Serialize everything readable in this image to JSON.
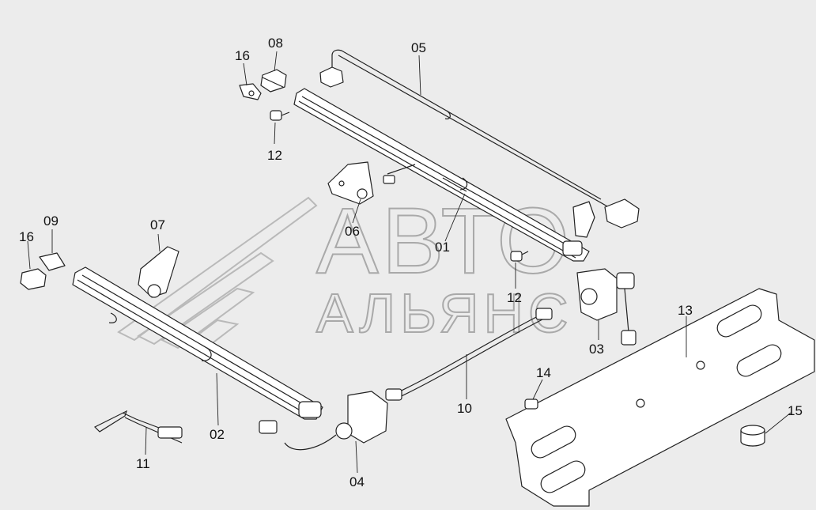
{
  "labels": {
    "p01": "01",
    "p02": "02",
    "p03": "03",
    "p04": "04",
    "p05": "05",
    "p06": "06",
    "p07": "07",
    "p08": "08",
    "p09": "09",
    "p10": "10",
    "p11": "11",
    "p12a": "12",
    "p12b": "12",
    "p13": "13",
    "p14": "14",
    "p15": "15",
    "p16a": "16",
    "p16b": "16"
  },
  "watermark": {
    "line1": "АВТО",
    "line2": "АЛЬЯНС"
  },
  "colors": {
    "background": "#ececec",
    "ink": "#222222",
    "watermark": "#b9b9b9"
  }
}
